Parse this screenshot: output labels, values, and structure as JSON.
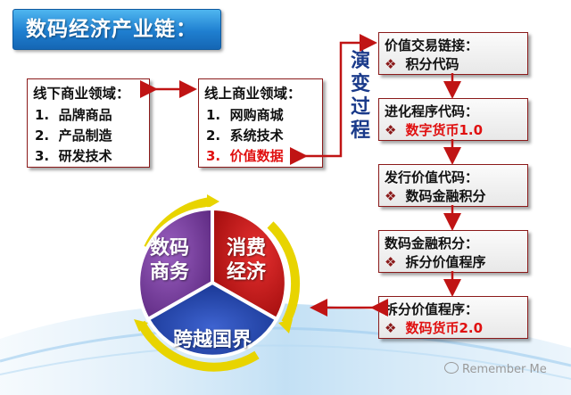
{
  "title": "数码经济产业链：",
  "offline": {
    "header": "线下商业领域：",
    "items": [
      {
        "num": "1.",
        "text": "品牌商品"
      },
      {
        "num": "2.",
        "text": "产品制造"
      },
      {
        "num": "3.",
        "text": "研发技术"
      }
    ]
  },
  "online": {
    "header": "线上商业领域：",
    "items": [
      {
        "num": "1.",
        "text": "网购商城"
      },
      {
        "num": "2.",
        "text": "系统技术"
      },
      {
        "num": "3.",
        "text": "价值数据"
      }
    ]
  },
  "evolution_label": [
    "演",
    "变",
    "过",
    "程"
  ],
  "flow": [
    {
      "line1": "价值交易链接：",
      "bullet": "❖",
      "line2": "积分代码",
      "highlight": false
    },
    {
      "line1": "进化程序代码：",
      "bullet": "❖",
      "line2": "数字货币1.0",
      "highlight": true
    },
    {
      "line1": "发行价值代码：",
      "bullet": "❖",
      "line2": "数码金融积分",
      "highlight": false
    },
    {
      "line1": "数码金融积分：",
      "bullet": "❖",
      "line2": "拆分价值程序",
      "highlight": false
    },
    {
      "line1": "拆分价值程序：",
      "bullet": "❖",
      "line2": "数码货币2.0",
      "highlight": true
    }
  ],
  "cycle": {
    "left": [
      "数码",
      "商务"
    ],
    "right": [
      "消费",
      "经济"
    ],
    "bottom": "跨越国界",
    "colors": {
      "left": "#7b3fa0",
      "right": "#d01515",
      "bottom": "#1a3fa8",
      "ring": "#e8d400"
    }
  },
  "watermark": "Remember Me",
  "colors": {
    "arrow": "#c01414",
    "box_border": "#8b1a1a",
    "title_bg": "#1f7fd0"
  }
}
